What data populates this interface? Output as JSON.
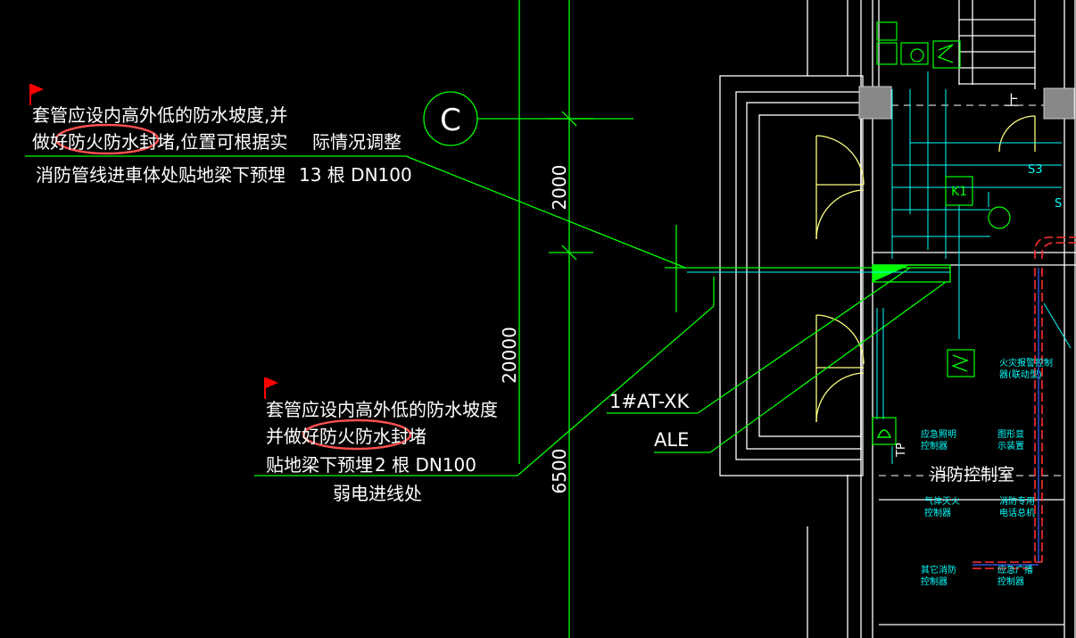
{
  "note_top": {
    "line1": "套管应设内高外低的防水坡度,并",
    "line2": "做好防火防水封堵,位置可根据实",
    "line2_tail": "际情况调整",
    "line3": "消防管线进車体处贴地梁下预埋",
    "count": "13 根 DN100"
  },
  "note_bottom": {
    "line1": "套管应设内高外低的防水坡度",
    "line2": "并做好防火防水封堵",
    "line3": "贴地梁下预埋",
    "count": "2 根 DN100",
    "line4": "弱电进线处"
  },
  "axis_label": "C",
  "dims": {
    "d1": "2000",
    "d2": "20000",
    "d3": "6500"
  },
  "cable_labels": {
    "at_xk": "1#AT-XK",
    "ale": "ALE"
  },
  "room": {
    "name": "消防控制室",
    "up_label": "上",
    "s3": "S3",
    "s": "S",
    "k1": "K1",
    "tp": "TP",
    "eq1": "火灾报警控制器(联动型)",
    "eq2": "应急照明控制器",
    "eq3": "图形显示装置",
    "eq4": "气体灭火控制器",
    "eq5": "消防专用电话总机",
    "eq6": "其它消防控制器",
    "eq7": "应急广播控制器"
  },
  "colors": {
    "background": "#000000",
    "line_white": "#ffffff",
    "line_green": "#00ff00",
    "line_yellow": "#ffff80",
    "line_cyan": "#00ffff",
    "flag_red": "#ff0000",
    "circle_red": "#ff5050"
  }
}
